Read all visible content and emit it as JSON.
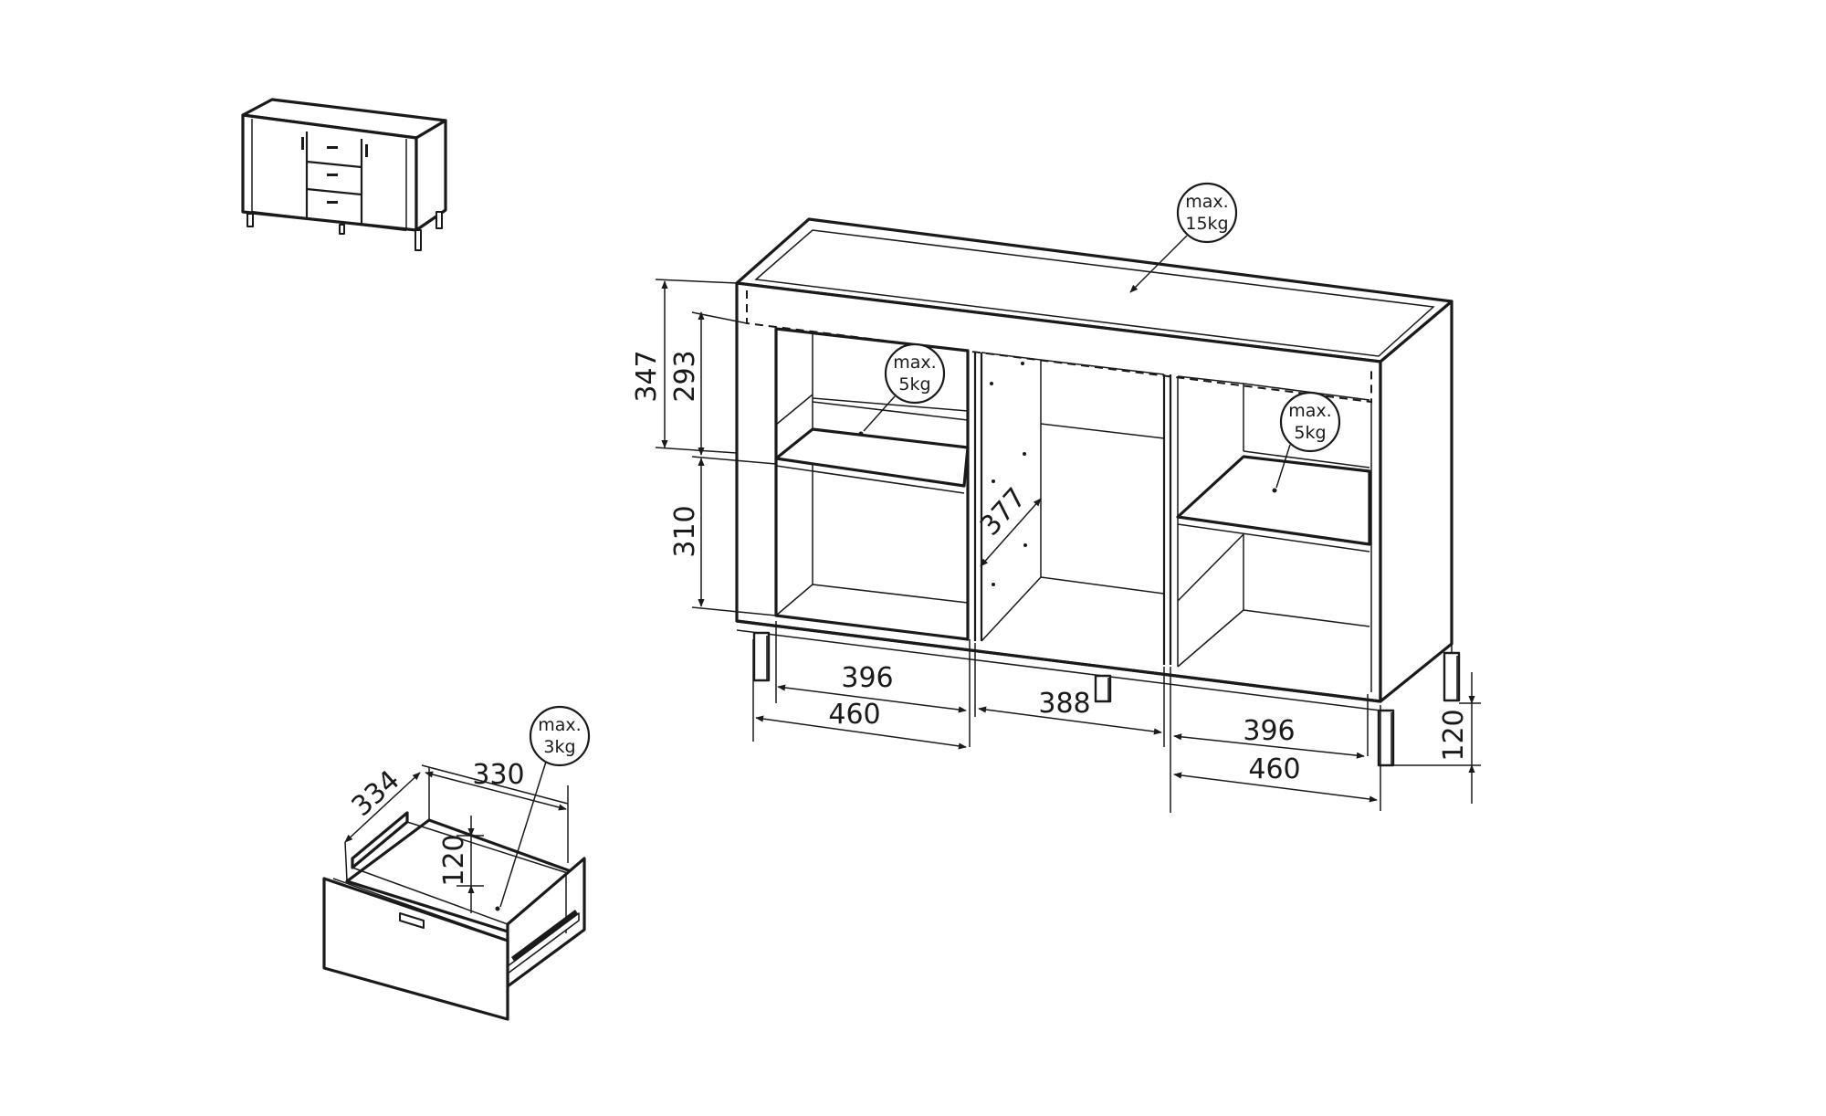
{
  "drawing": {
    "loads": {
      "top": {
        "line1": "max.",
        "line2": "15kg"
      },
      "left_shelf": {
        "line1": "max.",
        "line2": "5kg"
      },
      "right_shelf": {
        "line1": "max.",
        "line2": "5kg"
      },
      "drawer": {
        "line1": "max.",
        "line2": "3kg"
      }
    },
    "dimensions": {
      "height_upper_total": "347",
      "height_upper_inner": "293",
      "height_lower": "310",
      "depth_middle": "377",
      "left_inner_width": "396",
      "left_outer_width": "460",
      "middle_width": "388",
      "right_inner_width": "396",
      "right_outer_width": "460",
      "leg_height": "120"
    },
    "drawer_dimensions": {
      "depth": "334",
      "width": "330",
      "height": "120"
    }
  }
}
